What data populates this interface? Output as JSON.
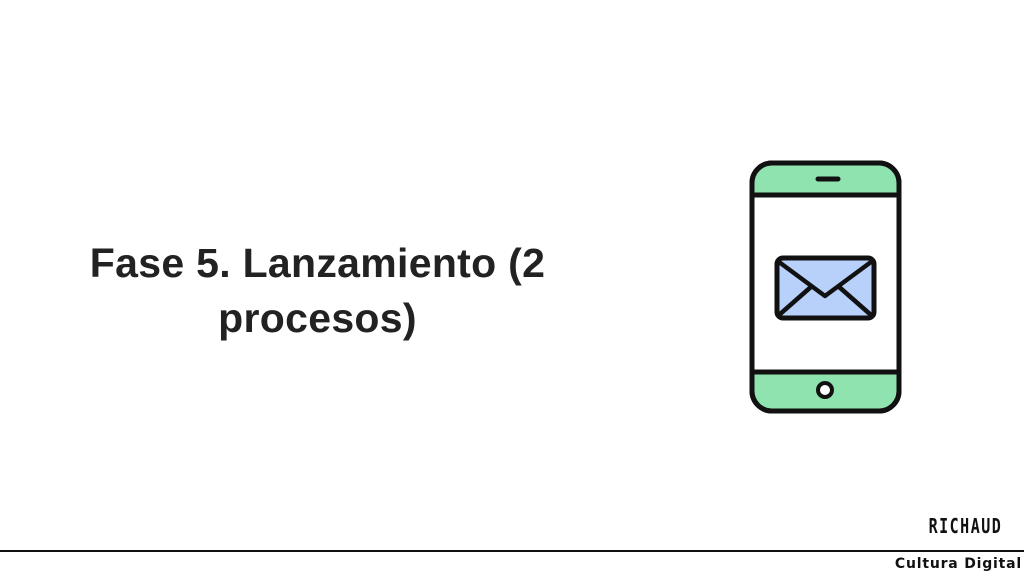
{
  "slide": {
    "title": "Fase 5. Lanzamiento (2 procesos)",
    "icon": "phone-email-icon",
    "brand": "RICHAUD",
    "subtitle": "Cultura Digital"
  },
  "colors": {
    "phone_band": "#8ee3ae",
    "envelope": "#b8d1fb",
    "outline": "#111111"
  }
}
